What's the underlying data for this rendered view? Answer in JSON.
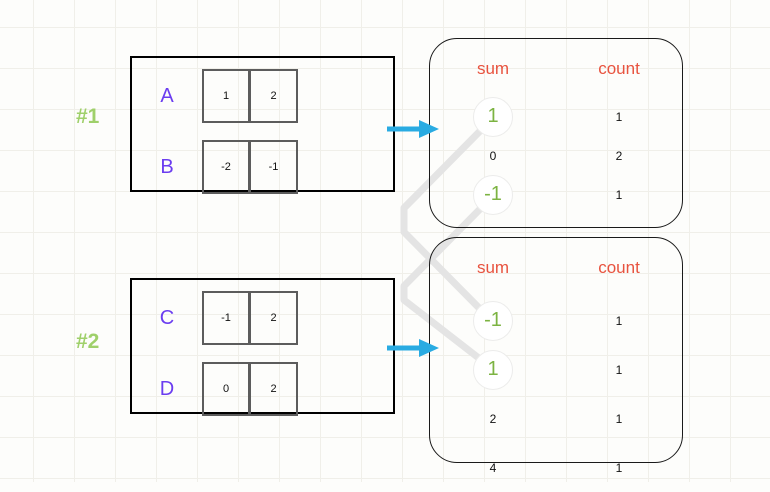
{
  "background": {
    "grid_color": "#f0efe9",
    "page_color": "#fdfdfb"
  },
  "palette": {
    "label_purple": "#6b3df0",
    "header_orange": "#e8533f",
    "highlight_green": "#7cb342",
    "step_green": "#9fd06a",
    "arrow_blue": "#29abe2",
    "box_black": "#000000",
    "cell_gray": "#5c5c5c",
    "connector_gray": "#e2e2e2"
  },
  "steps": [
    {
      "label": "#1"
    },
    {
      "label": "#2"
    }
  ],
  "matrices": [
    {
      "name": "matrix-1",
      "rows": [
        {
          "label": "A",
          "cells": [
            "1",
            "2"
          ]
        },
        {
          "label": "B",
          "cells": [
            "-2",
            "-1"
          ]
        }
      ]
    },
    {
      "name": "matrix-2",
      "rows": [
        {
          "label": "C",
          "cells": [
            "-1",
            "2"
          ]
        },
        {
          "label": "D",
          "cells": [
            "0",
            "2"
          ]
        }
      ]
    }
  ],
  "aggregations": [
    {
      "name": "agg-1",
      "headers": [
        "sum",
        "count"
      ],
      "rows": [
        {
          "sum": "1",
          "count": "1",
          "highlight": true
        },
        {
          "sum": "0",
          "count": "2",
          "highlight": false
        },
        {
          "sum": "-1",
          "count": "1",
          "highlight": true
        }
      ]
    },
    {
      "name": "agg-2",
      "headers": [
        "sum",
        "count"
      ],
      "rows": [
        {
          "sum": "-1",
          "count": "1",
          "highlight": true
        },
        {
          "sum": "1",
          "count": "1",
          "highlight": true
        },
        {
          "sum": "2",
          "count": "1",
          "highlight": false
        },
        {
          "sum": "4",
          "count": "1",
          "highlight": false
        }
      ]
    }
  ],
  "arrows": [
    {
      "name": "arrow-to-agg-1",
      "direction": "right"
    },
    {
      "name": "arrow-to-agg-2",
      "direction": "right"
    }
  ],
  "connectors": [
    {
      "from": "agg-1.sum.1",
      "to": "agg-2.sum.-1"
    },
    {
      "from": "agg-1.sum.-1",
      "to": "agg-2.sum.1"
    }
  ]
}
